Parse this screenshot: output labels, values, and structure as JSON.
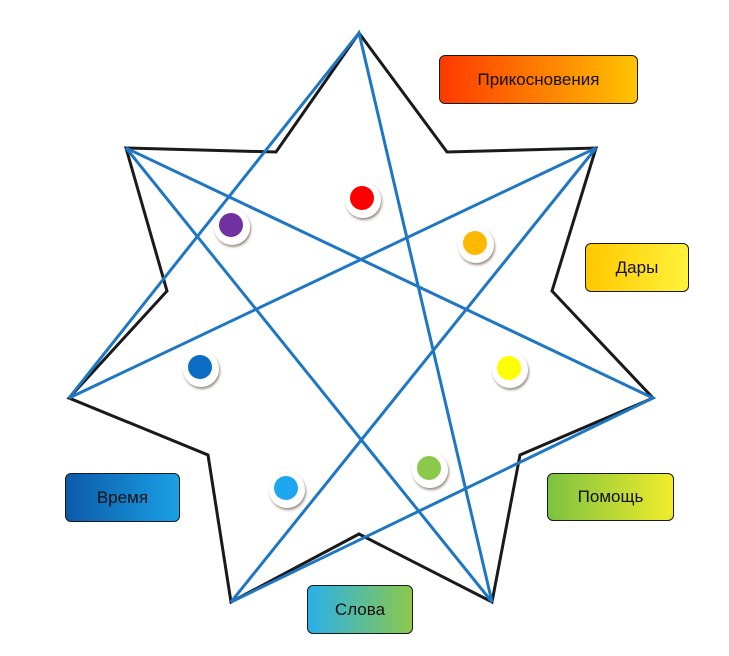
{
  "labels": {
    "touch": "Прикосновения",
    "gifts": "Дары",
    "help": "Помощь",
    "time": "Время",
    "words": "Слова"
  },
  "colors": {
    "outline": "#1a1a1a",
    "heptagram": "#1f77c4",
    "dot_red": "#ff0000",
    "dot_orange": "#ffb800",
    "dot_yellow": "#ffff00",
    "dot_green": "#8cc84b",
    "dot_cyan": "#1ea7f0",
    "dot_blue": "#0b6cc4",
    "dot_purple": "#7030a0"
  },
  "dots": [
    {
      "name": "red-dot",
      "color": "#ff0000"
    },
    {
      "name": "orange-dot",
      "color": "#ffb800"
    },
    {
      "name": "yellow-dot",
      "color": "#ffff00"
    },
    {
      "name": "green-dot",
      "color": "#8cc84b"
    },
    {
      "name": "cyan-dot",
      "color": "#1ea7f0"
    },
    {
      "name": "blue-dot",
      "color": "#0b6cc4"
    },
    {
      "name": "purple-dot",
      "color": "#7030a0"
    }
  ]
}
